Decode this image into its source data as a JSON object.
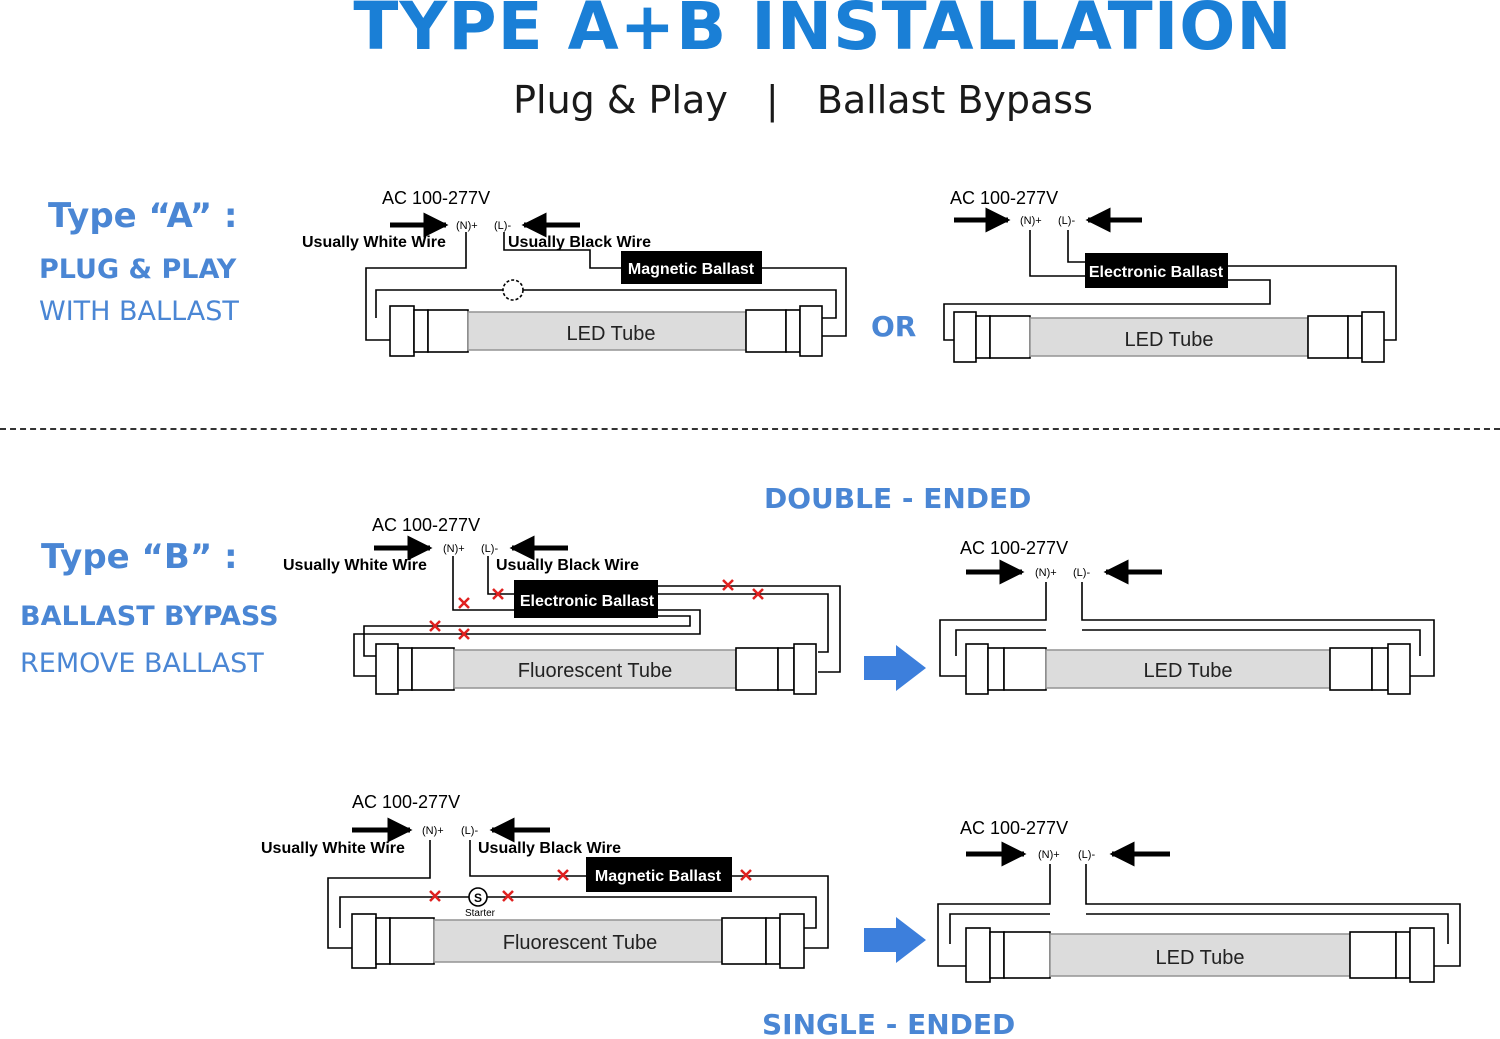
{
  "title": "TYPE A+B INSTALLATION",
  "subtitle": {
    "left": "Plug & Play",
    "separator": "|",
    "right": "Ballast Bypass"
  },
  "type_a": {
    "heading": "Type “A” :",
    "line1": "PLUG & PLAY",
    "line2": "WITH BALLAST",
    "or_label": "OR",
    "diagram_magnetic": {
      "voltage": "AC 100-277V",
      "n": "(N)+",
      "l": "(L)-",
      "white_wire": "Usually White Wire",
      "black_wire": "Usually Black Wire",
      "ballast": "Magnetic Ballast",
      "tube": "LED Tube"
    },
    "diagram_electronic": {
      "voltage": "AC 100-277V",
      "n": "(N)+",
      "l": "(L)-",
      "ballast": "Electronic Ballast",
      "tube": "LED Tube"
    }
  },
  "type_b": {
    "heading": "Type “B” :",
    "line1": "BALLAST BYPASS",
    "line2": "REMOVE  BALLAST",
    "double_ended_label": "DOUBLE - ENDED",
    "single_ended_label": "SINGLE - ENDED",
    "double_before": {
      "voltage": "AC 100-277V",
      "n": "(N)+",
      "l": "(L)-",
      "white_wire": "Usually White Wire",
      "black_wire": "Usually Black Wire",
      "ballast": "Electronic Ballast",
      "tube": "Fluorescent Tube"
    },
    "double_after": {
      "voltage": "AC 100-277V",
      "n": "(N)+",
      "l": "(L)-",
      "tube": "LED Tube"
    },
    "single_before": {
      "voltage": "AC 100-277V",
      "n": "(N)+",
      "l": "(L)-",
      "white_wire": "Usually White Wire",
      "black_wire": "Usually Black Wire",
      "ballast": "Magnetic Ballast",
      "starter_symbol": "S",
      "starter_label": "Starter",
      "tube": "Fluorescent Tube"
    },
    "single_after": {
      "voltage": "AC 100-277V",
      "n": "(N)+",
      "l": "(L)-",
      "tube": "LED Tube"
    }
  },
  "colors": {
    "heading_blue": "#1a7fd6",
    "label_blue": "#4a86d4",
    "cut_mark": "#e0201f",
    "tube_fill": "#dcdcdc",
    "arrow_blue": "#3d7fdc"
  }
}
